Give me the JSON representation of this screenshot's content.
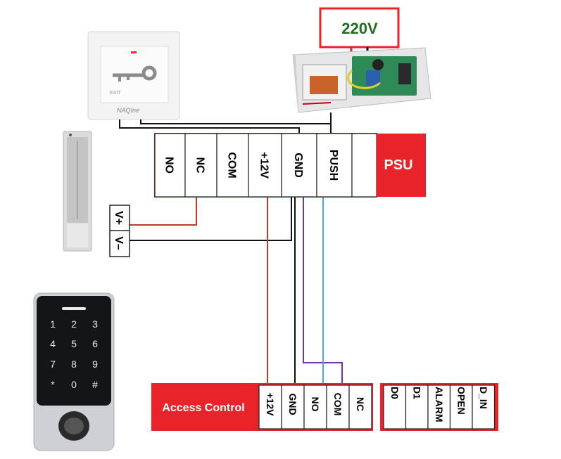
{
  "mains_box": {
    "label": "220V"
  },
  "psu": {
    "title": "PSU",
    "terminals": [
      "NO",
      "NC",
      "COM",
      "+12V",
      "GND",
      "PUSH",
      ""
    ]
  },
  "exit_button": {
    "text": "EXIT",
    "brand": "NAQIne"
  },
  "lock": {
    "terminals": [
      "V+",
      "V–"
    ]
  },
  "access_control": {
    "title": "Access Control",
    "terminals": [
      "+12V",
      "GND",
      "NO",
      "COM",
      "NC"
    ]
  },
  "extra_terminals": [
    "D0",
    "D1",
    "ALARM",
    "OPEN",
    "D_IN"
  ],
  "keypad": {
    "keys": [
      "1",
      "2",
      "3",
      "4",
      "5",
      "6",
      "7",
      "8",
      "9",
      "*",
      "0",
      "#"
    ]
  },
  "colors": {
    "red_box": "#e8232a",
    "mains_text": "#1f6e1f",
    "wire_red": "#c0392b",
    "wire_black": "#111111",
    "wire_purple": "#7b2fa8",
    "wire_blue": "#4aa8d8"
  }
}
